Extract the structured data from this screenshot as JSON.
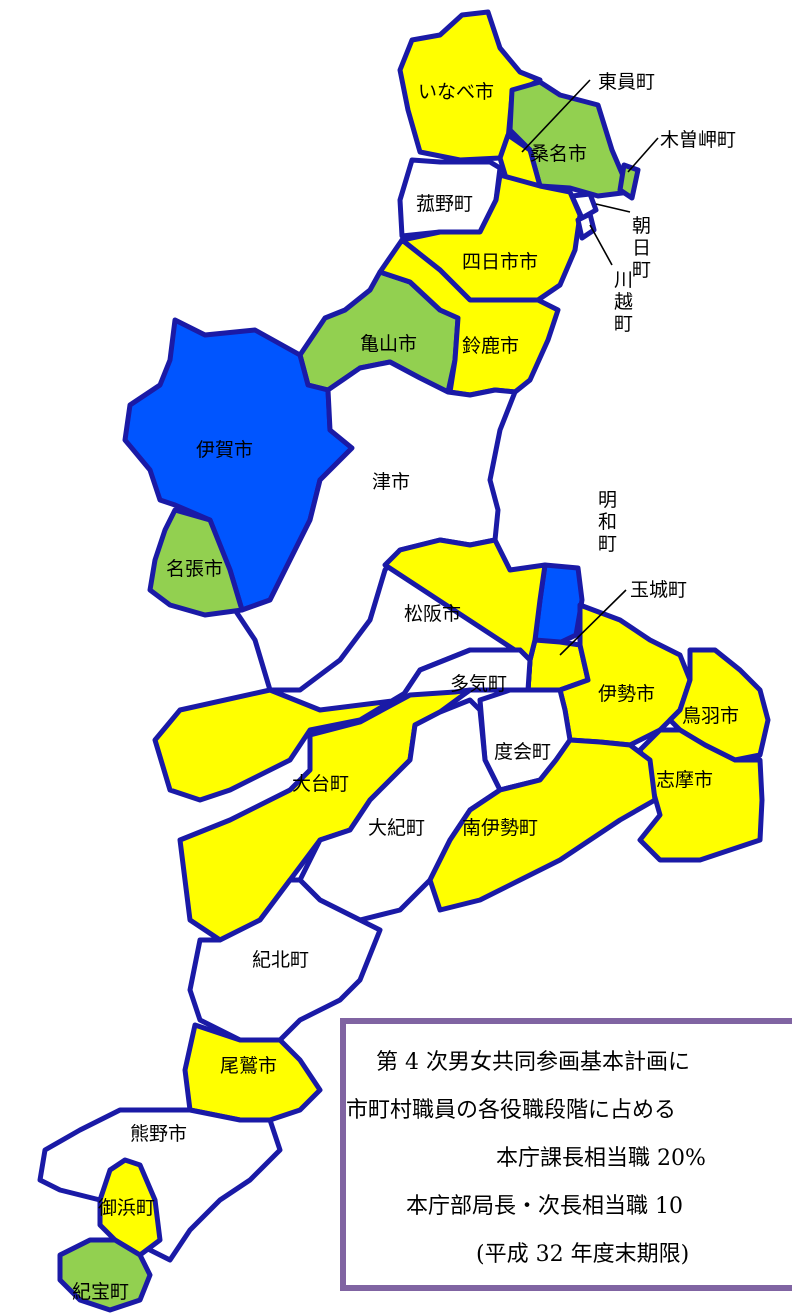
{
  "colors": {
    "yellow": "#ffff00",
    "green": "#92d050",
    "blue": "#0055ff",
    "white": "#ffffff",
    "border": "#1a1aa6",
    "box_border": "#8064a2"
  },
  "regions": [
    {
      "name": "いなべ市",
      "color": "yellow"
    },
    {
      "name": "桑名市",
      "color": "green"
    },
    {
      "name": "東員町",
      "color": "yellow"
    },
    {
      "name": "木曽岬町",
      "color": "green"
    },
    {
      "name": "菰野町",
      "color": "white"
    },
    {
      "name": "四日市市",
      "color": "yellow"
    },
    {
      "name": "朝日町",
      "color": "white"
    },
    {
      "name": "川越町",
      "color": "white"
    },
    {
      "name": "亀山市",
      "color": "green"
    },
    {
      "name": "鈴鹿市",
      "color": "yellow"
    },
    {
      "name": "伊賀市",
      "color": "blue"
    },
    {
      "name": "津市",
      "color": "white"
    },
    {
      "name": "名張市",
      "color": "green"
    },
    {
      "name": "明和町",
      "color": "blue"
    },
    {
      "name": "玉城町",
      "color": "yellow"
    },
    {
      "name": "松阪市",
      "color": "yellow"
    },
    {
      "name": "多気町",
      "color": "white"
    },
    {
      "name": "伊勢市",
      "color": "yellow"
    },
    {
      "name": "鳥羽市",
      "color": "yellow"
    },
    {
      "name": "度会町",
      "color": "white"
    },
    {
      "name": "大台町",
      "color": "yellow"
    },
    {
      "name": "志摩市",
      "color": "yellow"
    },
    {
      "name": "大紀町",
      "color": "white"
    },
    {
      "name": "南伊勢町",
      "color": "yellow"
    },
    {
      "name": "紀北町",
      "color": "white"
    },
    {
      "name": "尾鷲市",
      "color": "yellow"
    },
    {
      "name": "熊野市",
      "color": "white"
    },
    {
      "name": "御浜町",
      "color": "yellow"
    },
    {
      "name": "紀宝町",
      "color": "green"
    }
  ],
  "vertical_labels": {
    "asahi": [
      "朝",
      "日",
      "町"
    ],
    "kawagoe": [
      "川",
      "越",
      "町"
    ],
    "meiwa": [
      "明",
      "和",
      "町"
    ]
  },
  "info_box": {
    "line1": "第 4 次男女共同参画基本計画に",
    "line2": "市町村職員の各役職段階に占める",
    "line3": "本庁課長相当職 20%",
    "line4": "本庁部局長・次長相当職 10",
    "line5": "(平成 32 年度末期限)"
  }
}
